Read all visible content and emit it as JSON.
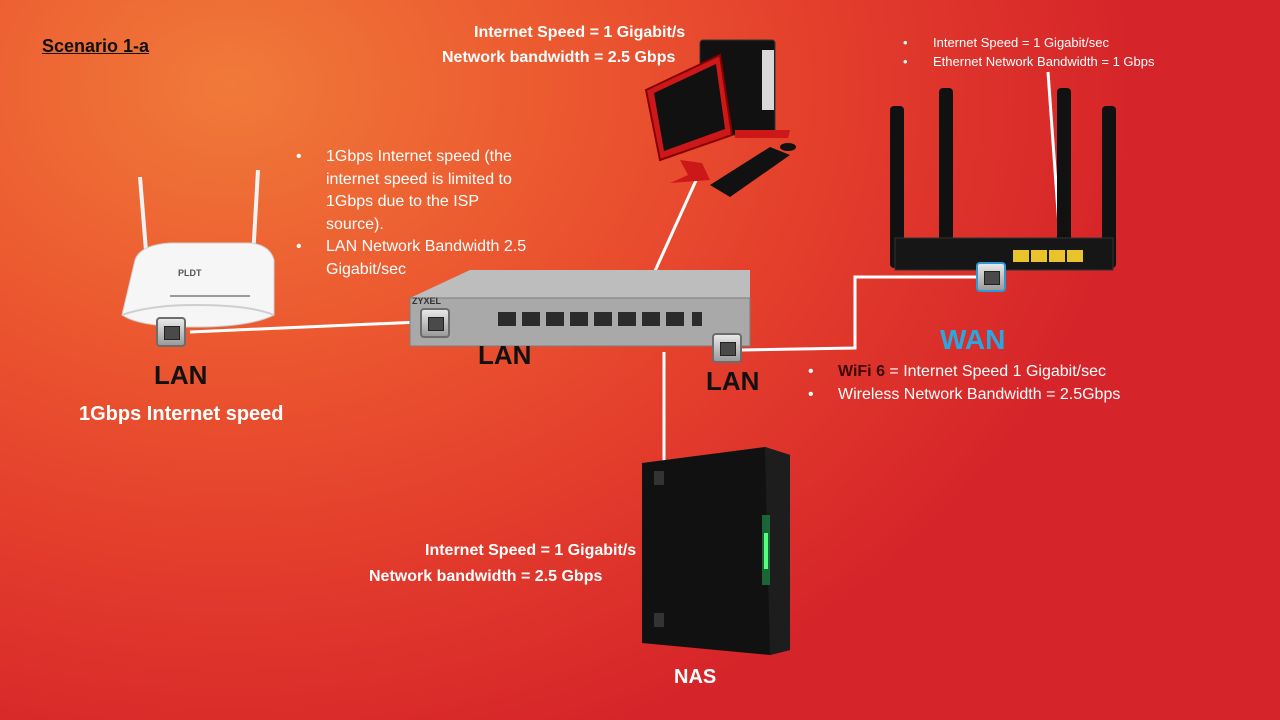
{
  "scenario_title": "Scenario 1-a",
  "modem": {
    "port_label": "LAN",
    "caption": "1Gbps Internet speed",
    "brand": "PLDT",
    "notes": [
      "1Gbps Internet speed (the internet speed is limited to 1Gbps due to the ISP source).",
      "LAN Network Bandwidth 2.5 Gigabit/sec"
    ]
  },
  "switch": {
    "brand": "ZYXEL",
    "left_port_label": "LAN",
    "right_port_label": "LAN"
  },
  "pc": {
    "line1": "Internet Speed = 1 Gigabit/s",
    "line2": "Network bandwidth = 2.5 Gbps"
  },
  "router": {
    "notes": [
      "Internet Speed = 1 Gigabit/sec",
      "Ethernet Network Bandwidth = 1 Gbps"
    ],
    "port_label": "WAN",
    "wifi_label": "WiFi 6",
    "wifi_rest": " = Internet Speed 1 Gigabit/sec",
    "wireless": "Wireless Network Bandwidth = 2.5Gbps"
  },
  "nas": {
    "line1": "Internet Speed = 1 Gigabit/s",
    "line2": "Network bandwidth = 2.5 Gbps",
    "label": "NAS"
  },
  "colors": {
    "wan": "#29a8e0",
    "wifi": "#4a0a0a"
  }
}
